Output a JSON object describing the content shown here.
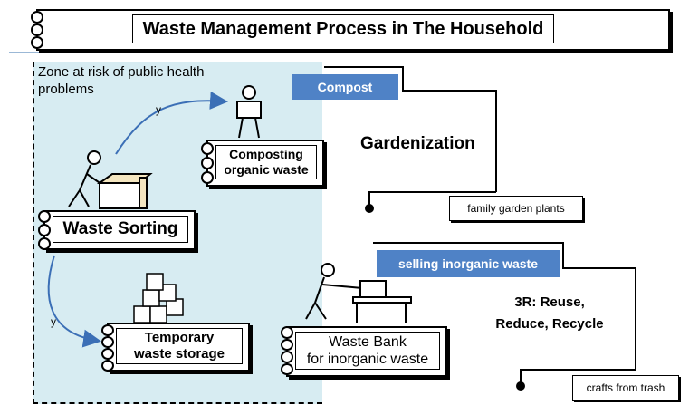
{
  "title": "Waste Management Process in The Household",
  "zone_label": "Zone at risk of public health problems",
  "nodes": {
    "waste_sorting": "Waste Sorting",
    "composting": [
      "Composting",
      "organic waste"
    ],
    "temporary_storage": [
      "Temporary",
      "waste storage"
    ],
    "waste_bank": [
      "Waste Bank",
      "for inorganic waste"
    ]
  },
  "branches": {
    "compost_label": "Compost",
    "gardenization": "Gardenization",
    "family_garden": "family garden plants",
    "selling_label": "selling inorganic waste",
    "three_r": [
      "3R: Reuse,",
      "Reduce, Recycle"
    ],
    "crafts": "crafts from trash"
  },
  "edge_labels": {
    "to_compost": "y",
    "to_storage": "y"
  },
  "colors": {
    "zone": "#d7ecf2",
    "accent": "#4f82c6",
    "arrow": "#3b6fb6"
  }
}
